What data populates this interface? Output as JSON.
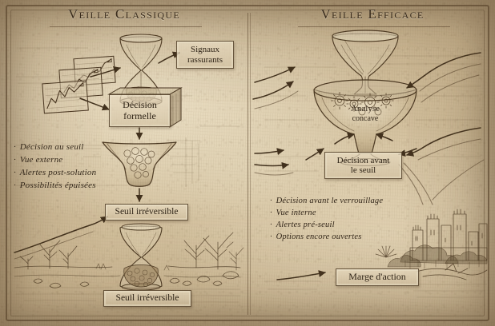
{
  "image": {
    "style": "sepia engraving on aged parchment",
    "palette": {
      "parchment_light": "#d9c9a8",
      "parchment_mid": "#cdb894",
      "parchment_dark": "#9c8866",
      "ink": "#4e3b24",
      "ink_dark": "#2f2417"
    }
  },
  "panels": {
    "left": {
      "title": "Veille Classique",
      "labels": {
        "signals": "Signaux\nrassurants",
        "signals_line1": "Signaux",
        "signals_line2": "rassurants",
        "decision": "Décision\nformelle",
        "decision_line1": "Décision",
        "decision_line2": "formelle",
        "threshold_mid": "Seuil irréversible",
        "threshold_bottom": "Seuil irréversible"
      },
      "bullets": [
        "Décision au seuil",
        "Vue externe",
        "Alertes post-solution",
        "Possibilités épuisées"
      ],
      "bullet_marker": "·",
      "scene": "barren landscape with bare trees, scattered rocks and a sand-filled hourglass",
      "charts": {
        "count": 3,
        "description": "three overlapping dashboard cards with rising line charts"
      }
    },
    "right": {
      "title": "Veille Efficace",
      "labels": {
        "analysis": "Analyse\nconcave",
        "analysis_line1": "Analyse",
        "analysis_line2": "concave",
        "decision": "Décision avant\nle seuil",
        "decision_line1": "Décision avant",
        "decision_line2": "le seuil",
        "margin": "Marge d'action"
      },
      "bullets": [
        "Décision avant le verrouillage",
        "Vue interne",
        "Alertes pré-seuil",
        "Options encore ouvertes"
      ],
      "bullet_marker": "·",
      "scene": "walled city / castle skyline with towers and lush foliage"
    }
  }
}
